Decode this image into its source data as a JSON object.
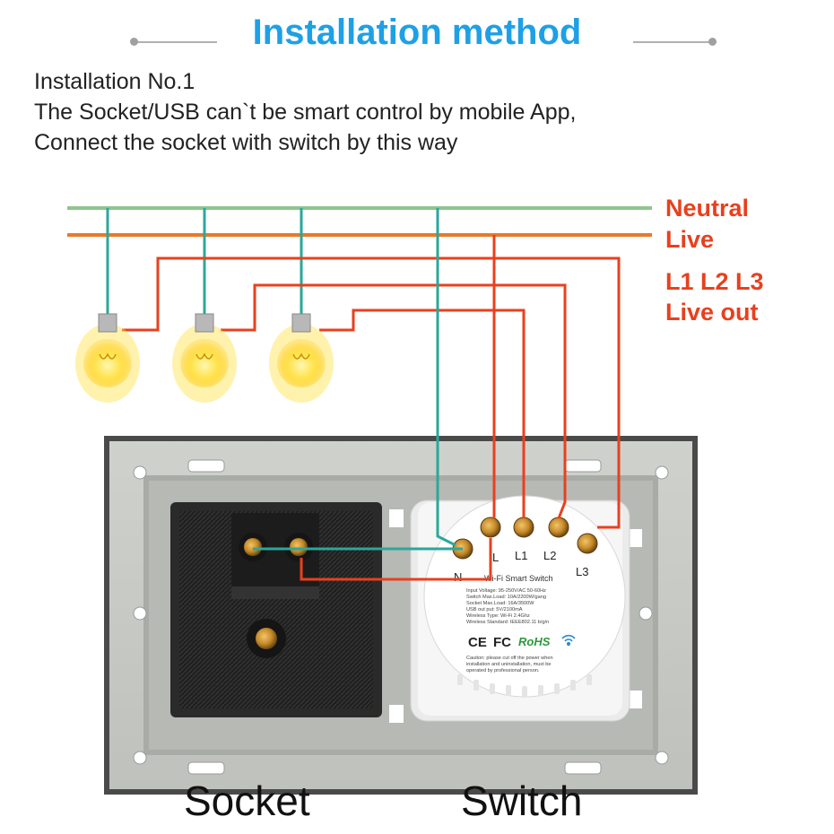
{
  "header": {
    "title": "Installation method"
  },
  "description": {
    "line1": "Installation No.1",
    "line2": "The Socket/USB can`t be smart control by mobile App,",
    "line3": "Connect the socket with switch by this way"
  },
  "legend": {
    "neutral": "Neutral",
    "live": "Live",
    "lout_line1": "L1 L2 L3",
    "lout_line2": "Live out"
  },
  "switch_module": {
    "terminal_n": "N",
    "terminal_l": "L",
    "terminal_l1": "L1",
    "terminal_l2": "L2",
    "terminal_l3": "L3",
    "product_name": "Wi-Fi Smart Switch",
    "spec_1": "Input Voltage: 95-250V/AC 50-60Hz",
    "spec_2": "Switch Max.Load: 10A/2200W/gang",
    "spec_3": "Socket Max.Load: 16A/3500W",
    "spec_4": "USB out put: 5V/2100mA",
    "spec_5": "Wireless Type: Wi-Fi 2.4Ghz",
    "spec_6": "Wireless Standard: IEEE802.11 b/g/n",
    "cert_ce": "CE",
    "cert_fc": "FC",
    "cert_rohs": "RoHS",
    "caution_1": "Caution: please cut off the power when",
    "caution_2": "installation and uninstallation, must be",
    "caution_3": "operated by professional person."
  },
  "captions": {
    "socket": "Socket",
    "switch": "Switch"
  },
  "colors": {
    "title": "#1ea0e6",
    "neutral_wire": "#8cc68c",
    "live_wire": "#e87a2a",
    "load_wire": "#e8401e",
    "lamp_wire": "#2aa89a",
    "plate": "#c7c9c5"
  }
}
